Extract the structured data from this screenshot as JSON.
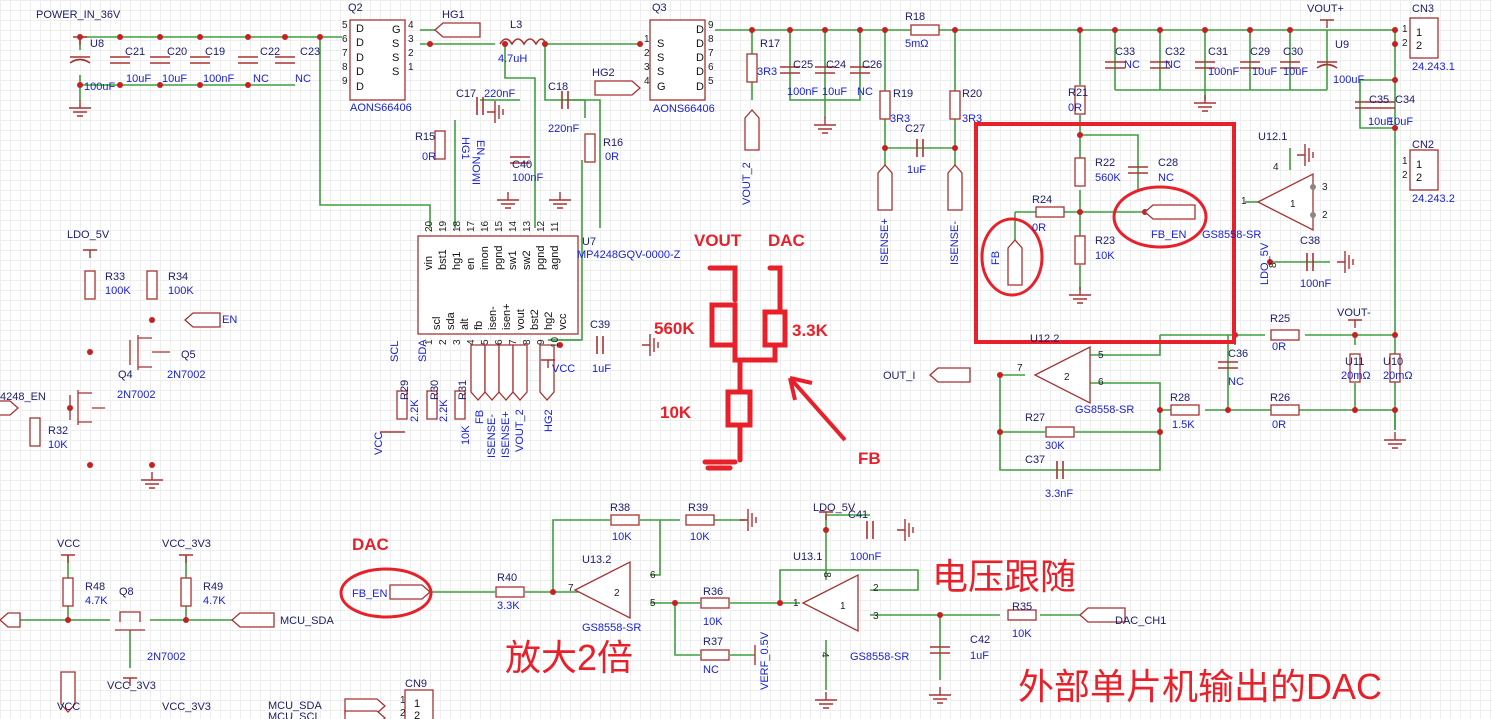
{
  "colors": {
    "wire": "#3f9f3f",
    "component": "#a83232",
    "ref_text": "#1c1c6c",
    "value_text": "#1a22d6",
    "annotation": "#e8202a"
  },
  "labels": {
    "power_in": "POWER_IN_36V",
    "u8": "U8",
    "u8_val": "100uF",
    "c21": "C21",
    "c21_val": "10uF",
    "c20": "C20",
    "c20_val": "10uF",
    "c19": "C19",
    "c19_val": "100nF",
    "c22": "C22",
    "c22_val": "NC",
    "c23": "C23",
    "c23_val": "NC",
    "q2": "Q2",
    "q2_part": "AONS66406",
    "q2_d5": "D",
    "q2_d6": "D",
    "q2_d7": "D",
    "q2_d8": "D",
    "q2_d9": "D",
    "q2_g": "G",
    "q2_s3": "S",
    "q2_s2": "S",
    "q2_s1": "S",
    "q2_p5": "5",
    "q2_p6": "6",
    "q2_p7": "7",
    "q2_p8": "8",
    "q2_p9": "9",
    "q2_p4": "4",
    "q2_p3": "3",
    "q2_p2": "2",
    "q2_p1": "1",
    "hg1_port": "HG1",
    "l3": "L3",
    "l3_val": "4.7uH",
    "q3": "Q3",
    "q3_part": "AONS66406",
    "q3_s1": "S",
    "q3_s2": "S",
    "q3_s3": "S",
    "q3_g": "G",
    "q3_d9": "D",
    "q3_d8": "D",
    "q3_d7": "D",
    "q3_d6": "D",
    "q3_d5": "D",
    "q3_p1": "1",
    "q3_p2": "2",
    "q3_p3": "3",
    "q3_p4": "4",
    "q3_p9": "9",
    "q3_p8": "8",
    "q3_p7": "7",
    "q3_p6": "6",
    "q3_p5": "5",
    "hg2_port": "HG2",
    "c17": "C17",
    "c17_val": "220nF",
    "c18": "C18",
    "c18_val": "220nF",
    "r15": "R15",
    "r15_val": "0R",
    "hg1_net": "HG1",
    "en_net": "EN",
    "imon_net": "IMON",
    "c40": "C40",
    "c40_val": "100nF",
    "r16": "R16",
    "r16_val": "0R",
    "u7": "U7",
    "u7_part": "MP4248GQV-0000-Z",
    "u7_t20": "20",
    "u7_t19": "19",
    "u7_t18": "18",
    "u7_t17": "17",
    "u7_t16": "16",
    "u7_t15": "15",
    "u7_t14": "14",
    "u7_t13": "13",
    "u7_t12": "12",
    "u7_t11": "11",
    "u7_vin": "vin",
    "u7_bst1": "bst1",
    "u7_hg1": "hg1",
    "u7_en": "en",
    "u7_imon": "imon",
    "u7_pgnd1": "pgnd",
    "u7_sw1": "sw1",
    "u7_sw2": "sw2",
    "u7_pgnd2": "pgnd",
    "u7_agnd": "agnd",
    "u7_b1": "1",
    "u7_b2": "2",
    "u7_b3": "3",
    "u7_b4": "4",
    "u7_b5": "5",
    "u7_b6": "6",
    "u7_b7": "7",
    "u7_b8": "8",
    "u7_b9": "9",
    "u7_b10": "10",
    "u7_scl": "scl",
    "u7_sda": "sda",
    "u7_alt": "alt",
    "u7_fb": "fb",
    "u7_isenm": "isen-",
    "u7_isenp": "isen+",
    "u7_vout": "vout",
    "u7_bst2": "bst2",
    "u7_hg2": "hg2",
    "u7_vcc": "vcc",
    "scl_net": "SCL",
    "sda_net": "SDA",
    "r29": "R29",
    "r29_val": "2.2K",
    "r30": "R30",
    "r30_val": "2.2K",
    "r31": "R31",
    "r31_val": "10K",
    "vcc_r": "VCC",
    "fb_port": "FB",
    "isensem_port": "ISENSE-",
    "isensep_port": "ISENSE+",
    "vout2_port": "VOUT_2",
    "hg2_port_b": "HG2",
    "vcc_u7": "VCC",
    "c39": "C39",
    "c39_val": "1uF",
    "ann_vout": "VOUT",
    "ann_dac": "DAC",
    "ann_560k": "560K",
    "ann_33k": "3.3K",
    "ann_10k": "10K",
    "ann_fb": "FB",
    "ldo5v": "LDO_5V",
    "r33": "R33",
    "r33_val": "100K",
    "r34": "R34",
    "r34_val": "100K",
    "en_port": "EN",
    "q5": "Q5",
    "q5_part": "2N7002",
    "q4": "Q4",
    "q4_part": "2N7002",
    "en4248_port": "4248_EN",
    "r32": "R32",
    "r32_val": "10K",
    "r17": "R17",
    "r17_val": "3R3",
    "c25": "C25",
    "c25_val": "100nF",
    "c24": "C24",
    "c24_val": "10uF",
    "c26": "C26",
    "c26_val": "NC",
    "vout2_net": "VOUT_2",
    "r18": "R18",
    "r18_val": "5mΩ",
    "r19": "R19",
    "r19_val": "3R3",
    "c27": "C27",
    "c27_val": "1uF",
    "r20": "R20",
    "r20_val": "3R3",
    "isensep_net": "ISENSE+",
    "isensem_net": "ISENSE-",
    "r21": "R21",
    "r21_val": "0R",
    "vout_plus": "VOUT+",
    "c33": "C33",
    "c33_val": "NC",
    "c32": "C32",
    "c32_val": "NC",
    "c31": "C31",
    "c31_val": "100nF",
    "c29": "C29",
    "c29_val": "10uF",
    "c30": "C30",
    "c30_val": "10uF",
    "u9": "U9",
    "u9_val": "100uF",
    "cn3": "CN3",
    "cn3_p1": "1",
    "cn3_p2": "2",
    "cn3_i1": "1",
    "cn3_i2": "2",
    "cn3_part": "24.243.1",
    "c35": "C35",
    "c35_val": "10uF",
    "c34": "C34",
    "c34_val": "10uF",
    "cn2": "CN2",
    "cn2_p1": "1",
    "cn2_p2": "2",
    "cn2_i1": "1",
    "cn2_i2": "2",
    "cn2_part": "24.243.2",
    "u121": "U12.1",
    "u121_p4": "4",
    "u121_p1": "1",
    "u121_p3": "3",
    "u121_p2": "2",
    "u121_n": "1",
    "r22": "R22",
    "r22_val": "560K",
    "c28": "C28",
    "c28_val": "NC",
    "r24": "R24",
    "r24_val": "0R",
    "fb_port2": "FB",
    "r23": "R23",
    "r23_val": "10K",
    "fb_en_port": "FB_EN",
    "u121_part": "GS8558-SR",
    "ldo5v_v": "LDO_5V",
    "u121_p8": "8",
    "c38": "C38",
    "c38_val": "100nF",
    "r25": "R25",
    "r25_val": "0R",
    "vout_minus": "VOUT-",
    "u122": "U12.2",
    "out_i": "OUT_I",
    "u122_p7": "7",
    "u122_p5": "5",
    "u122_p6": "6",
    "u122_n": "2",
    "u122_part": "GS8558-SR",
    "c36": "C36",
    "c36_val": "NC",
    "r28": "R28",
    "r28_val": "1.5K",
    "r26": "R26",
    "r26_val": "0R",
    "u11": "U11",
    "u11_val": "20mΩ",
    "u10": "U10",
    "u10_val": "20mΩ",
    "r27": "R27",
    "r27_val": "30K",
    "c37": "C37",
    "c37_val": "3.3nF",
    "vcc_b": "VCC",
    "vcc3v3_b": "VCC_3V3",
    "r48": "R48",
    "r48_val": "4.7K",
    "q8": "Q8",
    "r49": "R49",
    "r49_val": "4.7K",
    "mcu_sda": "MCU_SDA",
    "q8_part": "2N7002",
    "vcc3v3_q8": "VCC_3V3",
    "vcc_b2": "VCC",
    "vcc3v3_b2": "VCC_3V3",
    "cn9": "CN9",
    "cn9_sda": "MCU_SDA",
    "cn9_scl": "MCU_SCL",
    "cn9_p1": "1",
    "cn9_p2": "2",
    "cn9_i1": "1",
    "cn9_i2": "2",
    "ann_dac2": "DAC",
    "fb_en2": "FB_EN",
    "r40": "R40",
    "r40_val": "3.3K",
    "u132": "U13.2",
    "u132_p7": "7",
    "u132_p6": "6",
    "u132_p5": "5",
    "u132_n": "2",
    "u132_part": "GS8558-SR",
    "r38": "R38",
    "r38_val": "10K",
    "r39": "R39",
    "r39_val": "10K",
    "r36": "R36",
    "r36_val": "10K",
    "r37": "R37",
    "r37_val": "NC",
    "verf": "VERF_0.5V",
    "ldo5v_b": "LDO_5V",
    "c41": "C41",
    "c41_val": "100nF",
    "u131": "U13.1",
    "u131_p8": "8",
    "u131_p2": "2",
    "u131_p1": "1",
    "u131_p3": "3",
    "u131_p4": "4",
    "u131_n": "1",
    "u131_part": "GS8558-SR",
    "r35": "R35",
    "r35_val": "10K",
    "dac_ch1": "DAC_CH1",
    "c42": "C42",
    "c42_val": "1uF",
    "cn_follower": "电压跟随",
    "cn_gain": "放大2倍",
    "cn_ext_dac": "外部单片机输出的DAC"
  }
}
